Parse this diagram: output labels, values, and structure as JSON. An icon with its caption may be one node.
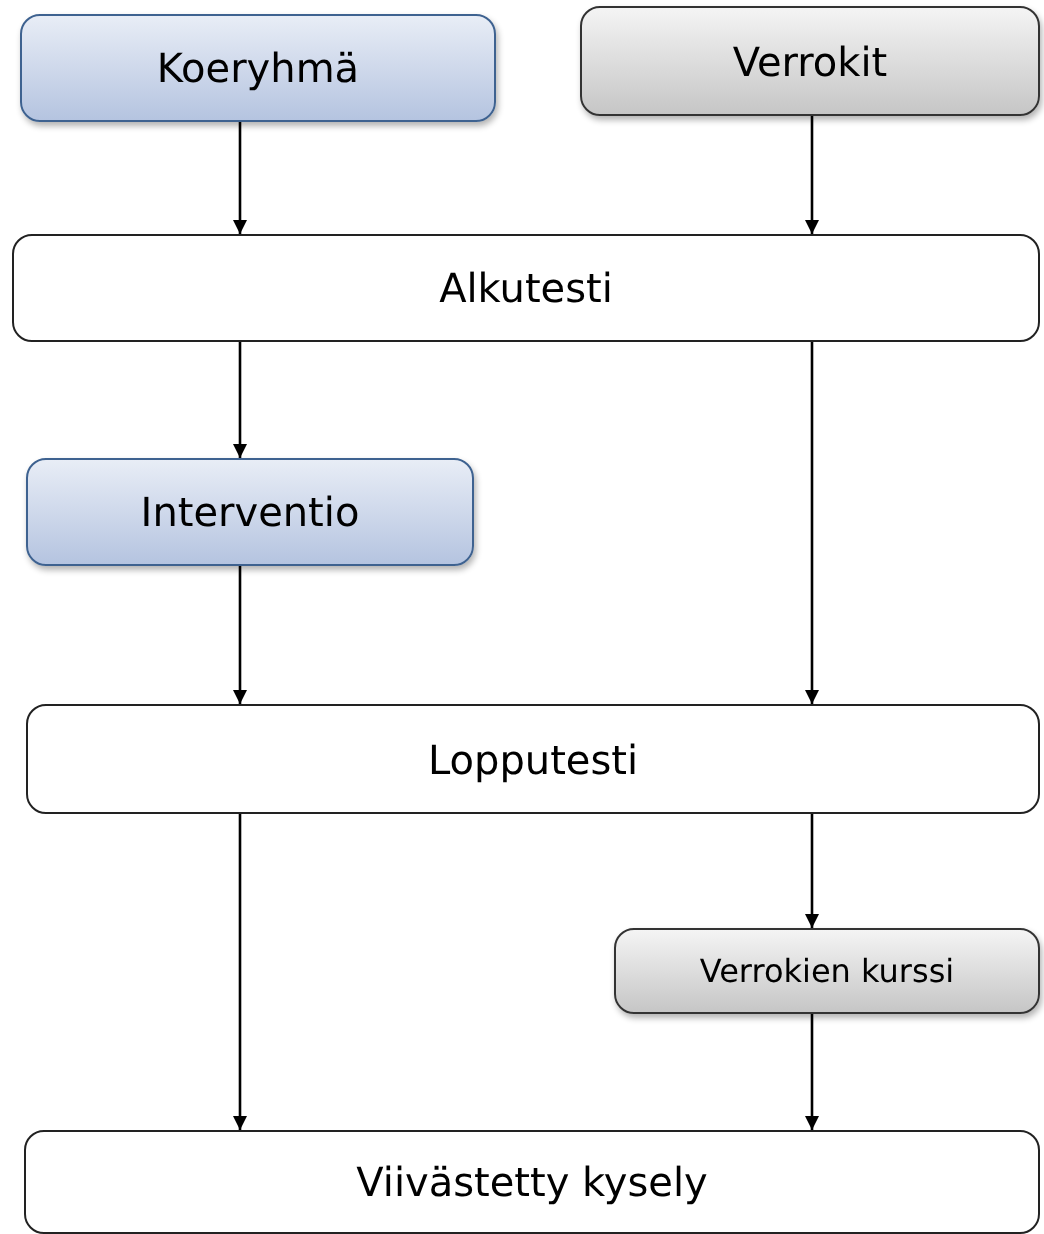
{
  "diagram": {
    "nodes": [
      {
        "text": [
          "Koeryhmä"
        ]
      },
      {
        "text": [
          "Verrokit"
        ]
      },
      {
        "text": [
          "Alkutesti"
        ]
      },
      {
        "text": [
          "Interventio"
        ]
      },
      {
        "text": [
          "Lopputesti"
        ]
      },
      {
        "text": [
          "Verrokien kurssi"
        ]
      },
      {
        "text": [
          "Viivästetty kysely"
        ]
      }
    ],
    "edges": [
      {
        "from": 0,
        "to": 2,
        "arrow": "to"
      },
      {
        "from": 1,
        "to": 2,
        "arrow": "to"
      },
      {
        "from": 2,
        "to": 3,
        "arrow": "to"
      },
      {
        "from": 2,
        "to": 4,
        "arrow": "to"
      },
      {
        "from": 3,
        "to": 4,
        "arrow": "to"
      },
      {
        "from": 4,
        "to": 6,
        "arrow": "to"
      },
      {
        "from": 4,
        "to": 5,
        "arrow": "to"
      },
      {
        "from": 5,
        "to": 6,
        "arrow": "to"
      }
    ]
  }
}
